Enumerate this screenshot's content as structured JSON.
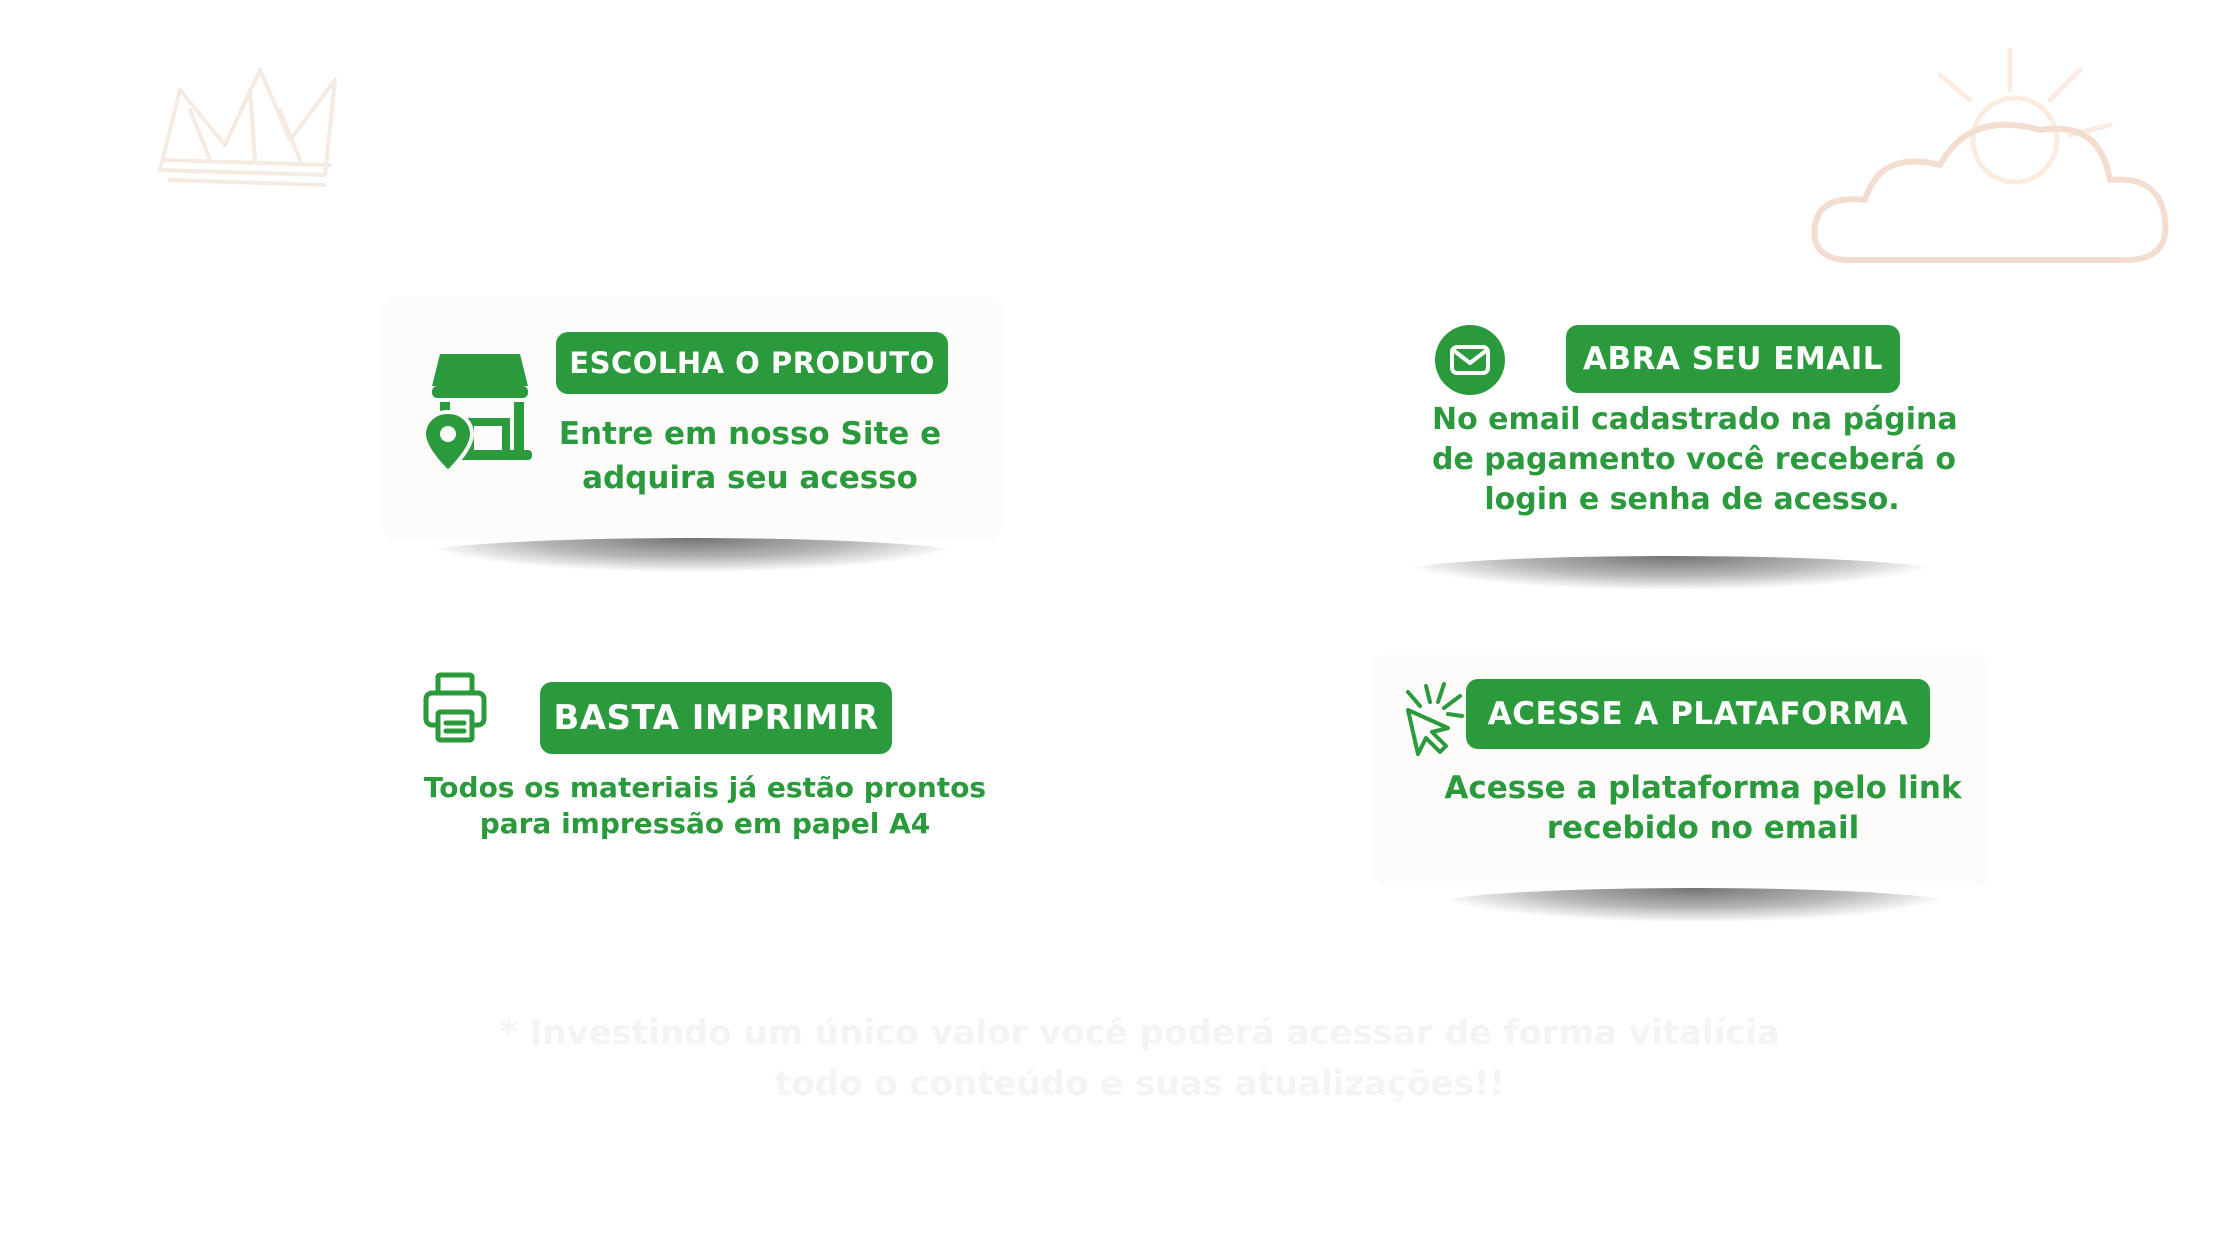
{
  "colors": {
    "primary_green": "#2b9a3d",
    "card_background": "#fdfcfa",
    "decoration": "#f3e2d6"
  },
  "steps": [
    {
      "title": "ESCOLHA O PRODUTO",
      "icon": "store-location-icon",
      "description_lines": [
        "Entre em nosso Site e",
        "adquira seu acesso"
      ]
    },
    {
      "title": "ABRA SEU EMAIL",
      "icon": "mail-icon",
      "description_lines": [
        "No email cadastrado na página",
        "de pagamento você receberá o",
        "login e senha de acesso."
      ]
    },
    {
      "title": "BASTA IMPRIMIR",
      "icon": "printer-icon",
      "description_lines": [
        "Todos os materiais já estão prontos",
        "para impressão em papel A4"
      ]
    },
    {
      "title": "ACESSE A PLATAFORMA",
      "icon": "cursor-click-icon",
      "description_lines": [
        "Acesse a plataforma pelo link",
        "recebido no email"
      ]
    }
  ],
  "footer_note": {
    "lines": [
      "* Investindo um único valor você poderá acessar de forma vitalícia",
      "todo o conteúdo e suas atualizações!!"
    ]
  }
}
